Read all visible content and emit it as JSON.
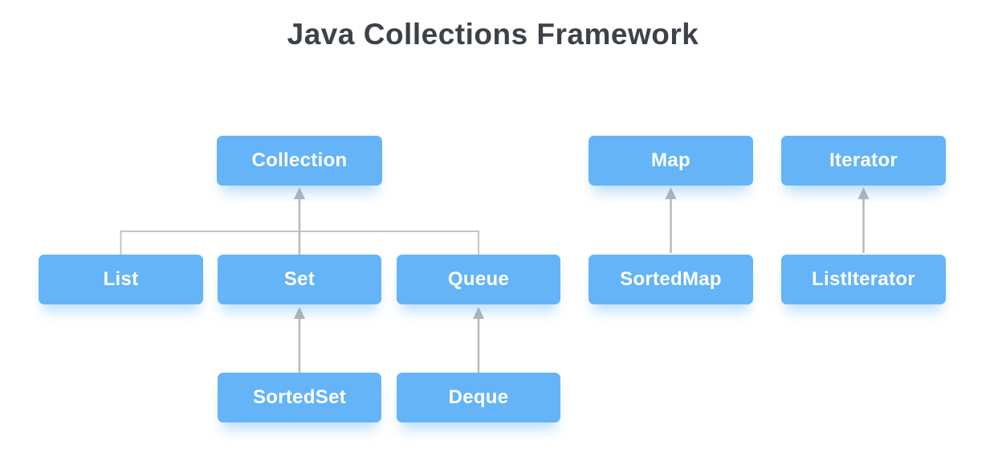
{
  "title": "Java Collections Framework",
  "nodes": {
    "collection": {
      "label": "Collection"
    },
    "map": {
      "label": "Map"
    },
    "iterator": {
      "label": "Iterator"
    },
    "list": {
      "label": "List"
    },
    "set": {
      "label": "Set"
    },
    "queue": {
      "label": "Queue"
    },
    "sortedmap": {
      "label": "SortedMap"
    },
    "listiterator": {
      "label": "ListIterator"
    },
    "sortedset": {
      "label": "SortedSet"
    },
    "deque": {
      "label": "Deque"
    }
  },
  "edges": [
    {
      "from": "List",
      "to": "Collection"
    },
    {
      "from": "Set",
      "to": "Collection"
    },
    {
      "from": "Queue",
      "to": "Collection"
    },
    {
      "from": "SortedSet",
      "to": "Set"
    },
    {
      "from": "Deque",
      "to": "Queue"
    },
    {
      "from": "SortedMap",
      "to": "Map"
    },
    {
      "from": "ListIterator",
      "to": "Iterator"
    }
  ],
  "colors": {
    "node_fill": "#64b4f7",
    "node_text": "#ffffff",
    "node_glow": "rgba(100,180,247,0.45)",
    "title_text": "#3d4249",
    "connector_line": "#c4c4c4",
    "arrow": "#b3b3b3",
    "background": "#ffffff"
  }
}
